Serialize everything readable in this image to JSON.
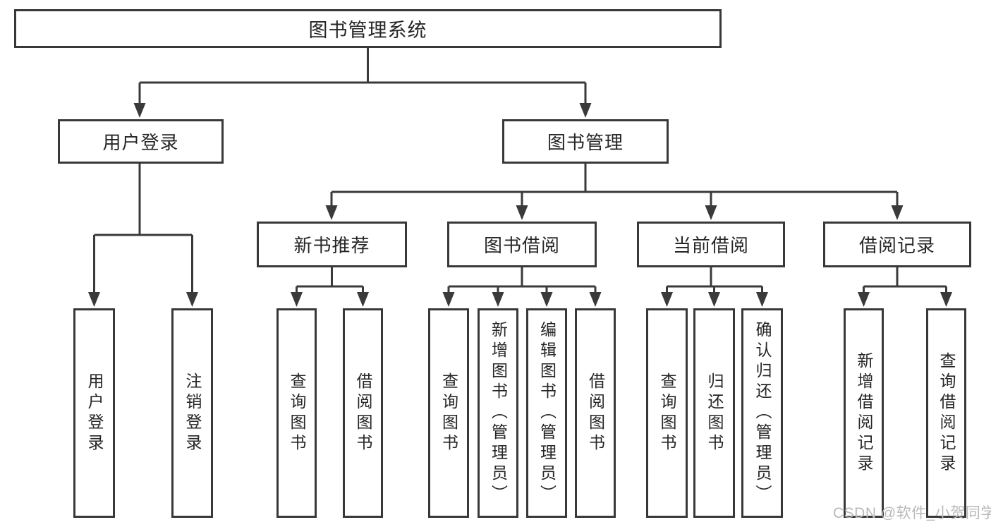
{
  "colors": {
    "line": "#3a3a3a",
    "box_border": "#383838",
    "text": "#262626",
    "watermark": "#b9b9b9",
    "background": "#ffffff"
  },
  "tree": {
    "root": {
      "label": "图书管理系统"
    },
    "branches": [
      {
        "label": "用户登录",
        "children": [
          "用户登录",
          "注销登录"
        ]
      },
      {
        "label": "图书管理",
        "groups": [
          {
            "label": "新书推荐",
            "children": [
              "查询图书",
              "借阅图书"
            ]
          },
          {
            "label": "图书借阅",
            "children": [
              "查询图书",
              "新增图书（管理员）",
              "编辑图书（管理员）",
              "借阅图书"
            ]
          },
          {
            "label": "当前借阅",
            "children": [
              "查询图书",
              "归还图书",
              "确认归还（管理员）"
            ]
          },
          {
            "label": "借阅记录",
            "children": [
              "新增借阅记录",
              "查询借阅记录"
            ]
          }
        ]
      }
    ]
  },
  "watermark": {
    "text": "CSDN @软件_小贺同学"
  }
}
